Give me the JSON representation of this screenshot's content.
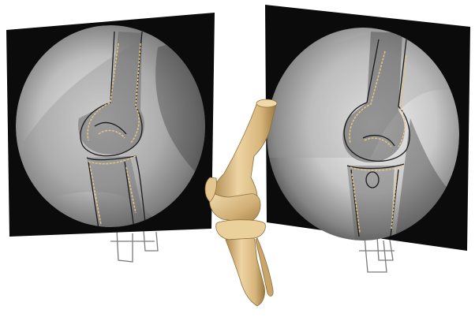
{
  "scene": {
    "description_label": "",
    "colors": {
      "background": "#ffffff",
      "panel": "#0d0d0d",
      "xray_light": "#e6e6e6",
      "xray_mid": "#9a9a9a",
      "xray_dark": "#3a3a3a",
      "bone_outline": "#1a1a1a",
      "contour": "#e0c283",
      "bone_model_light": "#ecd3a2",
      "bone_model_mid": "#cfae73",
      "bone_model_dark": "#9b7b45",
      "stand": "#777777"
    },
    "panels": [
      {
        "id": "left",
        "label": "",
        "icon": "xray-panel-lateral"
      },
      {
        "id": "right",
        "label": "",
        "icon": "xray-panel-medial"
      }
    ],
    "model": {
      "icon": "3d-knee-bone-model"
    }
  }
}
